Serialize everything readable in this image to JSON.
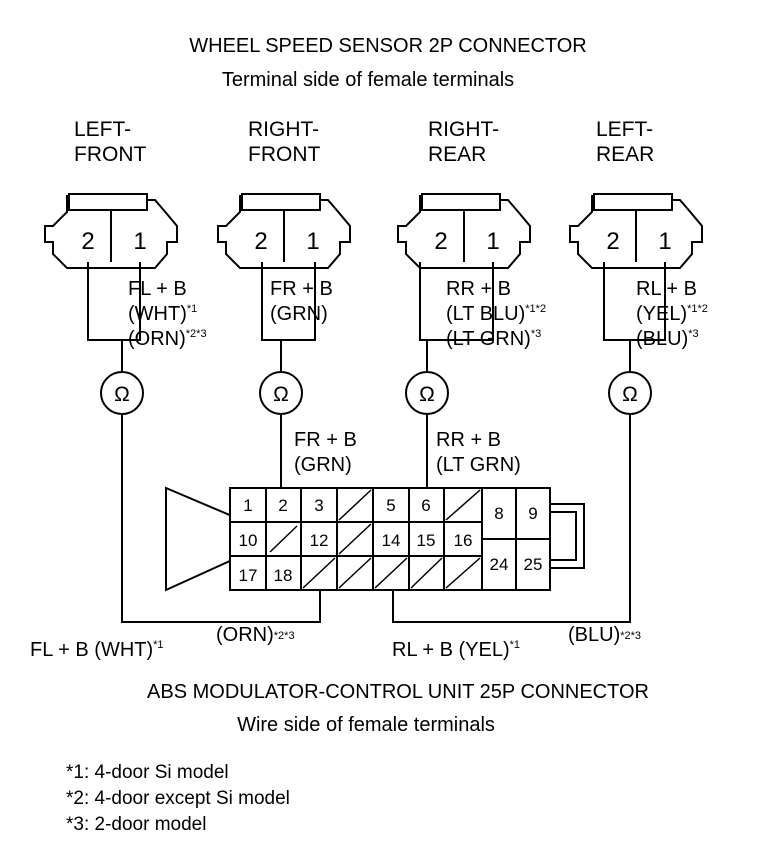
{
  "header": {
    "title": "WHEEL SPEED SENSOR 2P CONNECTOR",
    "subtitle": "Terminal side of female terminals"
  },
  "sensors": [
    {
      "line1": "LEFT-",
      "line2": "FRONT",
      "pin_left": "2",
      "pin_right": "1",
      "wire1": "FL  + B",
      "wire2": "(WHT)",
      "wire2_sup": "*1",
      "wire3": "(ORN)",
      "wire3_sup": "*2*3"
    },
    {
      "line1": "RIGHT-",
      "line2": "FRONT",
      "pin_left": "2",
      "pin_right": "1",
      "wire1": "FR  + B",
      "wire2": "(GRN)",
      "wire2_sup": "",
      "wire3": "",
      "wire3_sup": ""
    },
    {
      "line1": "RIGHT-",
      "line2": "REAR",
      "pin_left": "2",
      "pin_right": "1",
      "wire1": "RR  + B",
      "wire2": "(LT BLU)",
      "wire2_sup": "*1*2",
      "wire3": "(LT GRN)",
      "wire3_sup": "*3"
    },
    {
      "line1": "LEFT-",
      "line2": "REAR",
      "pin_left": "2",
      "pin_right": "1",
      "wire1": "RL  + B",
      "wire2": "(YEL)",
      "wire2_sup": "*1*2",
      "wire3": "(BLU)",
      "wire3_sup": "*3"
    }
  ],
  "ohm_symbol": "Ω",
  "mid_labels": {
    "fr_1": "FR  + B",
    "fr_2": "(GRN)",
    "rr_1": "RR  + B",
    "rr_2": "(LT GRN)"
  },
  "connector_25p": {
    "row1": [
      "1",
      "2",
      "3",
      "",
      "5",
      "6",
      ""
    ],
    "row2": [
      "10",
      "",
      "12",
      "",
      "14",
      "15",
      "16"
    ],
    "row3": [
      "17",
      "18",
      "",
      "",
      "",
      "",
      ""
    ],
    "right_top": [
      "8",
      "9"
    ],
    "right_bottom": [
      "24",
      "25"
    ]
  },
  "bottom_labels": {
    "fl_main": "FL  + B (WHT)",
    "fl_sup1": "*1",
    "fl_alt": "(ORN)",
    "fl_sup2": "*2*3",
    "rl_main": "RL  + B (YEL)",
    "rl_sup1": "*1",
    "rl_alt": "(BLU)",
    "rl_sup2": "*2*3"
  },
  "footer": {
    "title": "ABS MODULATOR-CONTROL UNIT 25P CONNECTOR",
    "subtitle": "Wire side of female terminals"
  },
  "notes": [
    "*1: 4-door Si model",
    "*2: 4-door except Si model",
    "*3: 2-door model"
  ]
}
